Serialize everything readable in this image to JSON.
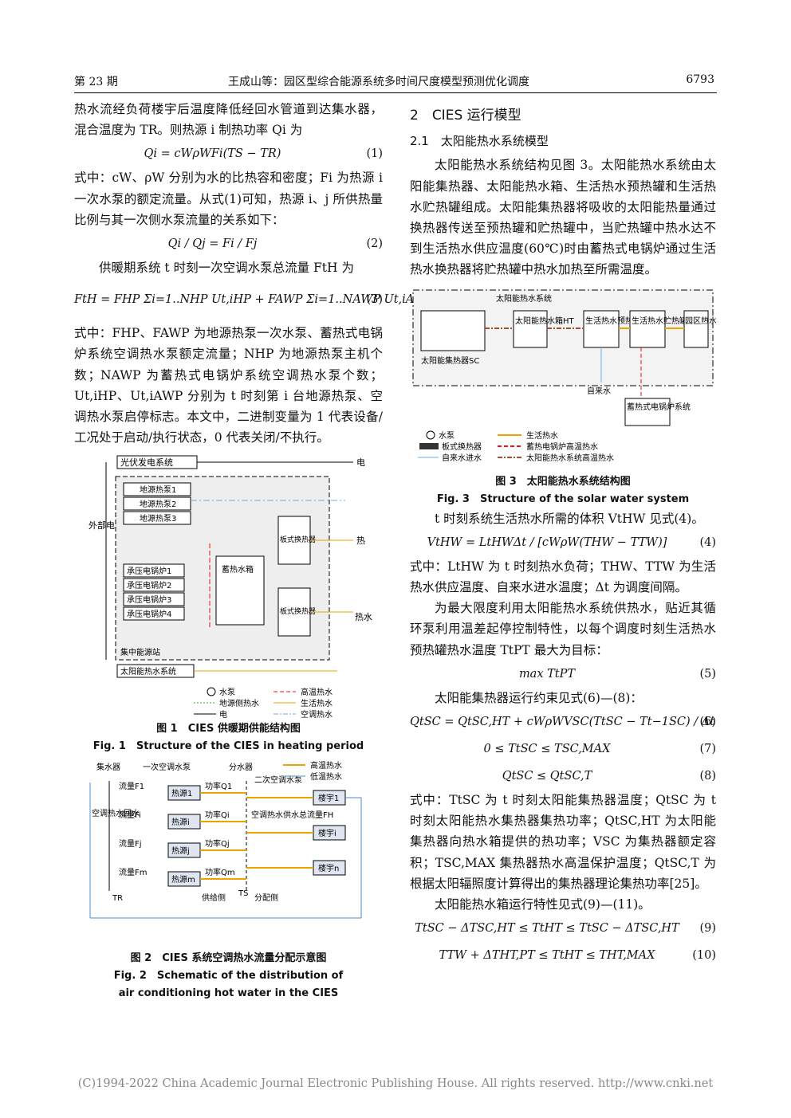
{
  "header": {
    "issue": "第 23 期",
    "title": "王成山等：园区型综合能源系统多时间尺度模型预测优化调度",
    "page": "6793"
  },
  "left": {
    "p1": "热水流经负荷楼宇后温度降低经回水管道到达集水器，混合温度为 TR。则热源 i 制热功率 Qi 为",
    "eq1": "Qi = cWρWFi(TS − TR)",
    "eq1_num": "(1)",
    "p2": "式中：cW、ρW 分别为水的比热容和密度；Fi 为热源 i 一次水泵的额定流量。从式(1)可知，热源 i、j 所供热量比例与其一次侧水泵流量的关系如下：",
    "eq2": "Qi / Qj = Fi / Fj",
    "eq2_num": "(2)",
    "p3": "供暖期系统 t 时刻一次空调水泵总流量 FtH 为",
    "eq3": "FtH = FHP Σi=1..NHP Ut,iHP + FAWP Σi=1..NAWP Ut,iAWP",
    "eq3_num": "(3)",
    "p4": "式中：FHP、FAWP 为地源热泵一次水泵、蓄热式电锅炉系统空调热水泵额定流量；NHP 为地源热泵主机个数；NAWP 为蓄热式电锅炉系统空调热水泵个数；Ut,iHP、Ut,iAWP 分别为 t 时刻第 i 台地源热泵、空调热水泵启停标志。本文中，二进制变量为 1 代表设备/工况处于启动/执行状态，0 代表关闭/不执行。",
    "fig1": {
      "pv": "光伏发电系统",
      "elec": "电",
      "grid": "外部电网",
      "hp": [
        "地源热泵1",
        "地源热泵2",
        "地源热泵3"
      ],
      "boiler": [
        "承压电锅炉1",
        "承压电锅炉2",
        "承压电锅炉3",
        "承压电锅炉4"
      ],
      "tank": "蓄热水箱",
      "hx": "板式换热器",
      "heat": "热",
      "hotwater": "热水",
      "station": "集中能源站",
      "solar": "太阳能热水系统",
      "legend": [
        "水泵",
        "高温热水",
        "地源侧热水",
        "生活热水",
        "电",
        "空调热水"
      ],
      "cap_cn": "图 1　CIES 供暖期供能结构图",
      "cap_en": "Fig. 1　Structure of the CIES in heating period"
    },
    "fig2": {
      "hdr": [
        "集水器",
        "一次空调水泵",
        "分水器",
        "二次空调水泵"
      ],
      "legend": [
        "高温热水",
        "低温热水"
      ],
      "flows": [
        "流量F1",
        "流量Fi",
        "流量Fj",
        "流量Fm"
      ],
      "sources": [
        "热源1",
        "热源i",
        "热源j",
        "热源m"
      ],
      "powers": [
        "功率Q1",
        "功率Qi",
        "功率Qj",
        "功率Qm"
      ],
      "return": "空调热水回水",
      "supply": "空调热水供水总流量FH",
      "bldg": [
        "楼宇1",
        "楼宇i",
        "楼宇n"
      ],
      "tr": "TR",
      "ts": "TS",
      "side1": "供给侧",
      "side2": "分配侧",
      "cap_cn": "图 2　CIES 系统空调热水流量分配示意图",
      "cap_en1": "Fig. 2　Schematic of the distribution of",
      "cap_en2": "air conditioning hot water in the CIES"
    }
  },
  "right": {
    "h1": "2　CIES 运行模型",
    "h2": "2.1　太阳能热水系统模型",
    "p1": "太阳能热水系统结构见图 3。太阳能热水系统由太阳能集热器、太阳能热水箱、生活热水预热罐和生活热水贮热罐组成。太阳能集热器将吸收的太阳能热量通过换热器传送至预热罐和贮热罐中，当贮热罐中热水达不到生活热水供应温度(60℃)时由蓄热式电锅炉通过生活热水换热器将贮热罐中热水加热至所需温度。",
    "fig3": {
      "title": "太阳能热水系统",
      "sc": "太阳能集热器SC",
      "ht": "太阳能热水箱HT",
      "pt": "生活热水预热罐PT",
      "st": "生活热水贮热罐ST",
      "load": "园区热水负荷",
      "tap": "自来水",
      "boiler": "蓄热式电锅炉系统",
      "legend": [
        "水泵",
        "生活热水",
        "板式换热器",
        "蓄热电锅炉高温热水",
        "自来水进水",
        "太阳能热水系统高温热水"
      ],
      "cap_cn": "图 3　太阳能热水系统结构图",
      "cap_en": "Fig. 3　Structure of the solar water system"
    },
    "p2": "t 时刻系统生活热水所需的体积 VtHW 见式(4)。",
    "eq4": "VtHW = LtHWΔt / [cWρW(THW − TTW)]",
    "eq4_num": "(4)",
    "p3": "式中：LtHW 为 t 时刻热水负荷；THW、TTW 为生活热水供应温度、自来水进水温度；Δt 为调度间隔。",
    "p4": "为最大限度利用太阳能热水系统供热水，贴近其循环泵利用温差起停控制特性，以每个调度时刻生活热水预热罐热水温度 TtPT 最大为目标：",
    "eq5": "max TtPT",
    "eq5_num": "(5)",
    "p5": "太阳能集热器运行约束见式(6)—(8)：",
    "eq6": "QtSC = QtSC,HT + cWρWVSC(TtSC − Tt−1SC) / Δt",
    "eq6_num": "(6)",
    "eq7": "0 ≤ TtSC ≤ TSC,MAX",
    "eq7_num": "(7)",
    "eq8": "QtSC ≤ QtSC,T",
    "eq8_num": "(8)",
    "p6": "式中：TtSC 为 t 时刻太阳能集热器温度；QtSC 为 t 时刻太阳能热水集热器集热功率；QtSC,HT 为太阳能集热器向热水箱提供的热功率；VSC 为集热器额定容积；TSC,MAX 集热器热水高温保护温度；QtSC,T 为根据太阳辐照度计算得出的集热器理论集热功率[25]。",
    "p7": "太阳能热水箱运行特性见式(9)—(11)。",
    "eq9": "TtSC − ΔTSC,HT ≤ TtHT ≤ TtSC − ΔTSC,HT",
    "eq9_num": "(9)",
    "eq10": "TTW + ΔTHT,PT ≤ TtHT ≤ THT,MAX",
    "eq10_num": "(10)"
  },
  "footer": "(C)1994-2022 China Academic Journal Electronic Publishing House. All rights reserved.    http://www.cnki.net"
}
